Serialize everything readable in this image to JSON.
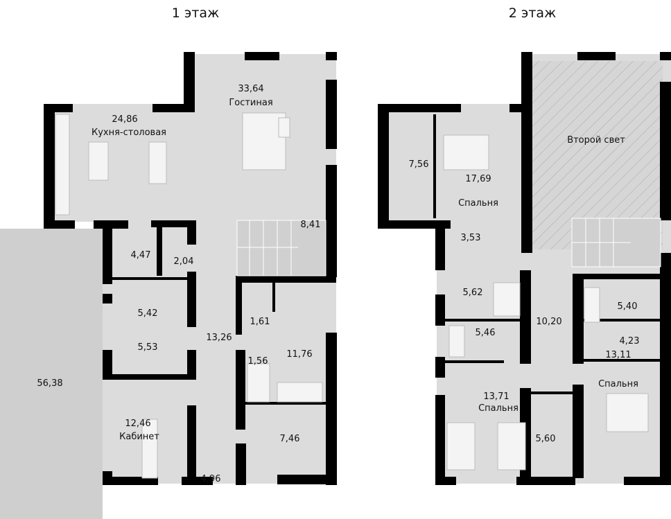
{
  "floors": [
    {
      "title": "1 этаж",
      "rooms": [
        {
          "area": "24,86",
          "name": "Кухня-столовая"
        },
        {
          "area": "33,64",
          "name": "Гостиная"
        },
        {
          "area": "8,41"
        },
        {
          "area": "4,47"
        },
        {
          "area": "2,04"
        },
        {
          "area": "5,42"
        },
        {
          "area": "5,53"
        },
        {
          "area": "13,26"
        },
        {
          "area": "1,61"
        },
        {
          "area": "1,56"
        },
        {
          "area": "11,76"
        },
        {
          "area": "56,38"
        },
        {
          "area": "12,46",
          "name": "Кабинет"
        },
        {
          "area": "7,46"
        },
        {
          "area": "4,96"
        }
      ]
    },
    {
      "title": "2 этаж",
      "rooms": [
        {
          "area": "7,56"
        },
        {
          "area": "17,69",
          "name": "Спальня"
        },
        {
          "name": "Второй свет"
        },
        {
          "area": "3,53"
        },
        {
          "area": "5,62"
        },
        {
          "area": "10,20"
        },
        {
          "area": "5,40"
        },
        {
          "area": "4,23"
        },
        {
          "area": "13,11",
          "name": "Спальня"
        },
        {
          "area": "5,46"
        },
        {
          "area": "13,71",
          "name": "Спальня"
        },
        {
          "area": "5,60"
        }
      ]
    }
  ],
  "colors": {
    "floor": "#dcdcdc",
    "wall": "#000000",
    "terrace": "#cfcfcf",
    "hatch": "#9a9a9a"
  }
}
